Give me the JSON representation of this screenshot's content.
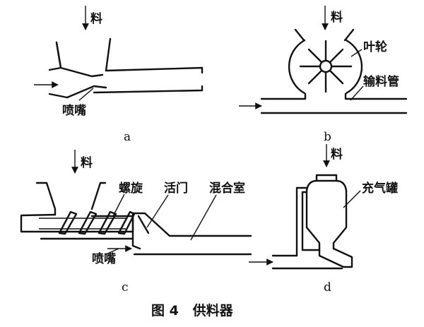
{
  "material_label": "料",
  "panel_a": {
    "nozzle_label": "喷嘴",
    "sublabel": "a"
  },
  "panel_b": {
    "impeller_label": "叶轮",
    "pipe_label": "输料管",
    "sublabel": "b"
  },
  "panel_c": {
    "screw_label": "螺旋",
    "valve_label": "活门",
    "mixing_chamber_label": "混合室",
    "nozzle_label": "喷嘴",
    "sublabel": "c"
  },
  "panel_d": {
    "tank_label": "充气罐",
    "sublabel": "d"
  },
  "caption": "图 4   供料器"
}
